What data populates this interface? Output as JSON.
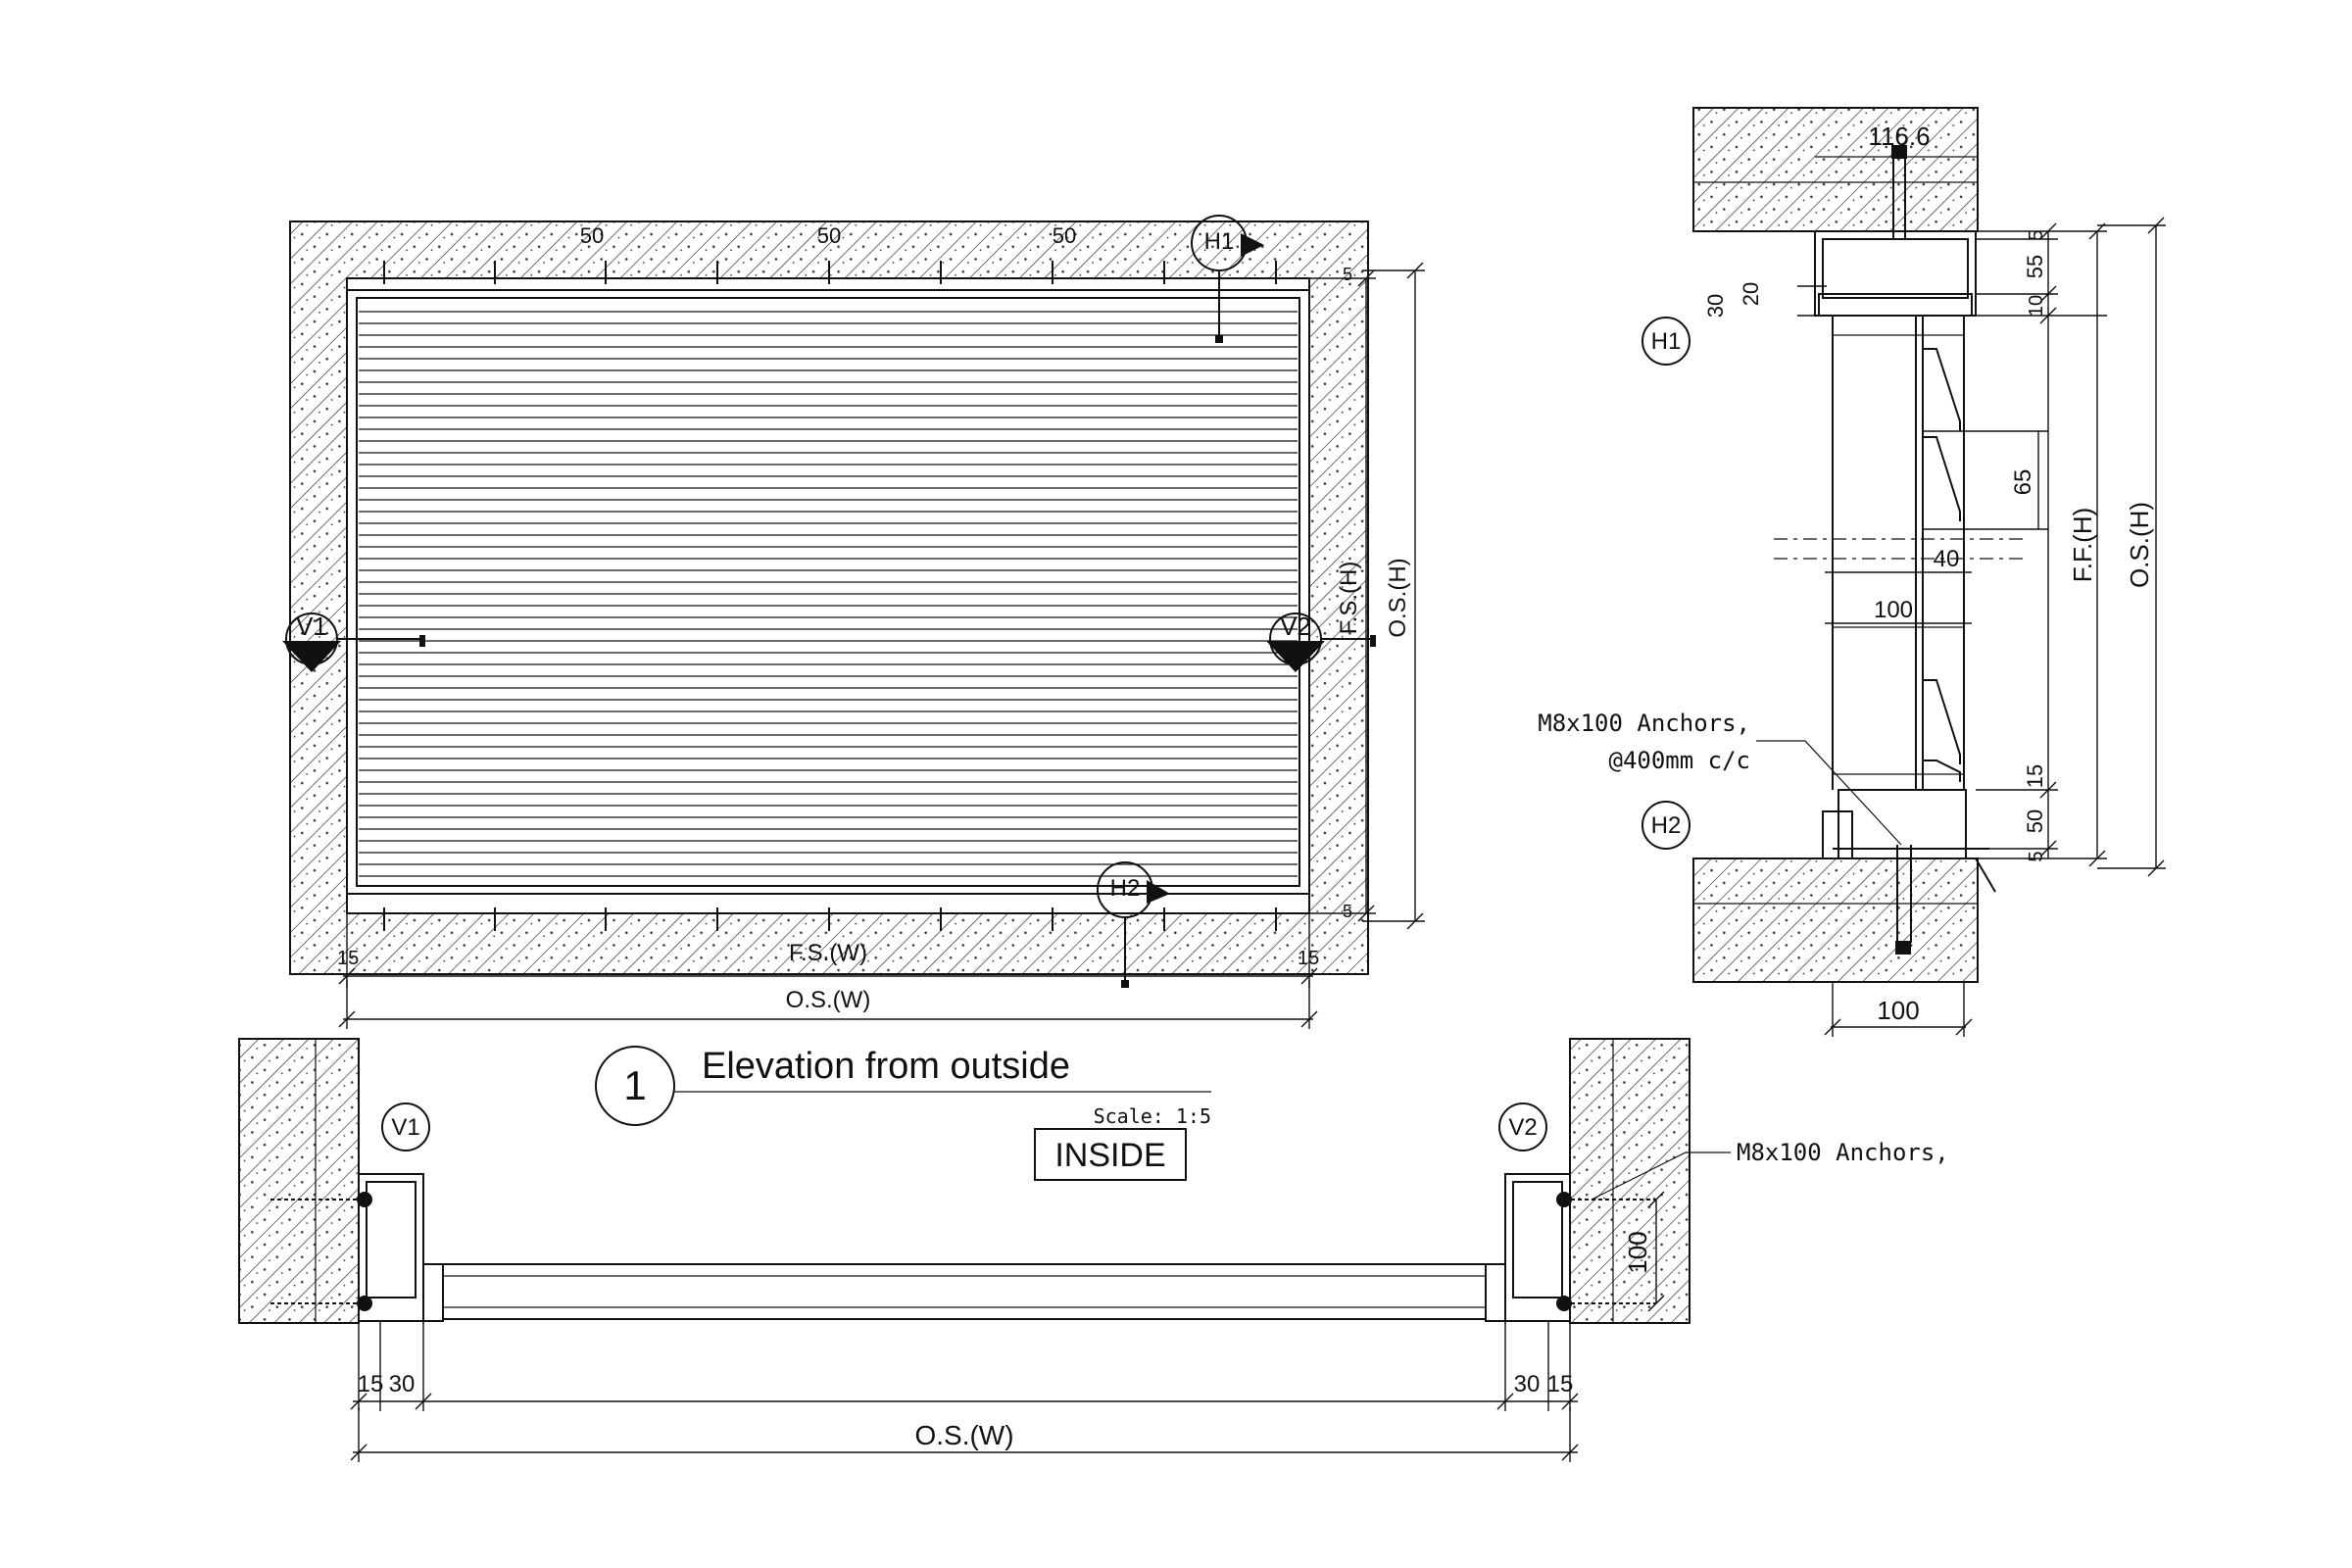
{
  "elevation": {
    "dims_top": [
      "50",
      "50",
      "50"
    ],
    "dim_left": "15",
    "dim_right": "15",
    "dim_gap_top": "5",
    "dim_gap_bottom": "5",
    "fs_w": "F.S.(W)",
    "os_w": "O.S.(W)",
    "fs_h": "F.S.(H)",
    "os_h": "O.S.(H)",
    "markers": {
      "h1": "H1",
      "h2": "H2",
      "v1": "V1",
      "v2": "V2"
    }
  },
  "title_block": {
    "number": "1",
    "title": "Elevation from outside",
    "scale": "Scale: 1:5",
    "inside_label": "INSIDE"
  },
  "section_h": {
    "top_dim": "116.6",
    "dim_30": "30",
    "dim_20": "20",
    "dim_5_top": "5",
    "dim_55": "55",
    "dim_10": "10",
    "dim_65": "65",
    "dim_40": "40",
    "dim_100_slat": "100",
    "dim_15": "15",
    "dim_50": "50",
    "dim_5_bot": "5",
    "dim_100_bottom": "100",
    "ff_h": "F.F.(H)",
    "os_h": "O.S.(H)",
    "h1": "H1",
    "h2": "H2",
    "anchor_line1": "M8x100 Anchors,",
    "anchor_line2": "@400mm c/c"
  },
  "section_v": {
    "v1": "V1",
    "v2": "V2",
    "anchor_label": "M8x100 Anchors,",
    "dim_15_left": "15",
    "dim_30_left": "30",
    "dim_30_right": "30",
    "dim_15_right": "15",
    "dim_100": "100",
    "os_w": "O.S.(W)"
  }
}
